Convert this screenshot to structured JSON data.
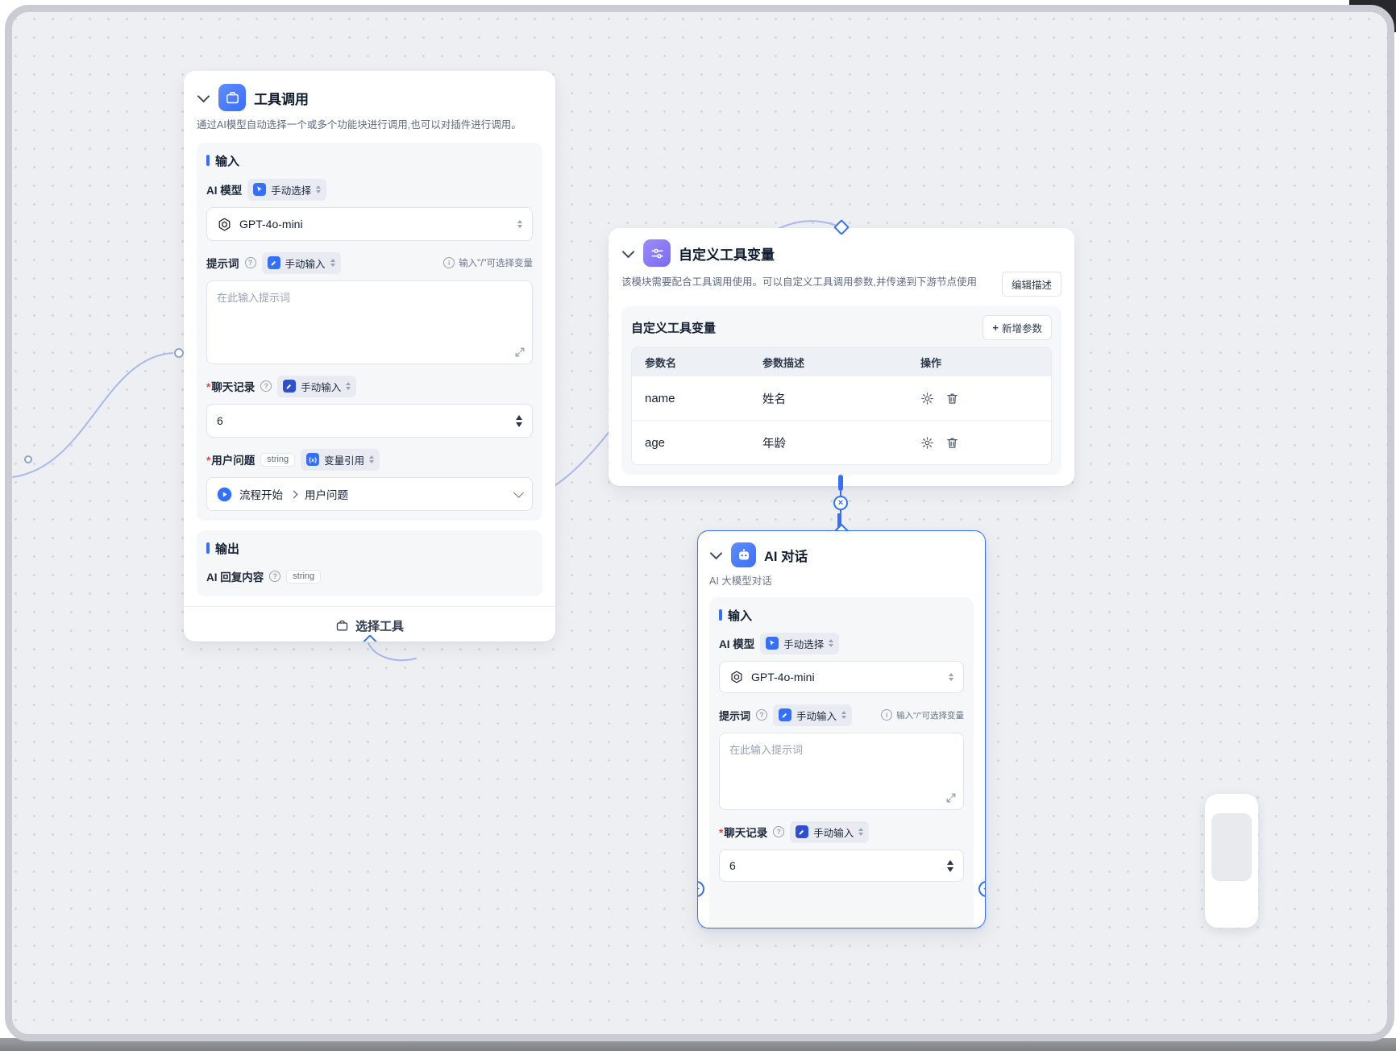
{
  "colors": {
    "accent": "#3370ff",
    "tool_icon_bg": "#4e83fd",
    "vars_icon_bg": "#8a7bf7",
    "chat_icon_bg": "#4e83fd",
    "edge_line": "#a9b8ee",
    "required_star": "#e8453c",
    "canvas_bg": "#edeff3"
  },
  "icons": {
    "tool_node": "briefcase-icon",
    "vars_node": "sliders-icon",
    "chat_node": "robot-icon",
    "model_logo": "openai-logo-icon",
    "mode_select": "cursor-icon",
    "mode_input": "pencil-icon",
    "variable_ref": "vx-icon"
  },
  "tool_call": {
    "title": "工具调用",
    "description": "通过AI模型自动选择一个或多个功能块进行调用,也可以对插件进行调用。",
    "input": {
      "section_label": "输入",
      "model_label": "AI 模型",
      "model_mode": "手动选择",
      "model_name": "GPT-4o-mini",
      "prompt_label": "提示词",
      "prompt_mode": "手动输入",
      "prompt_hint": "输入\"/\"可选择变量",
      "prompt_placeholder": "在此输入提示词",
      "history_label": "聊天记录",
      "history_mode": "手动输入",
      "history_value": "6",
      "question_label": "用户问题",
      "question_type": "string",
      "question_mode": "变量引用",
      "question_source": "流程开始",
      "question_field": "用户问题"
    },
    "output": {
      "section_label": "输出",
      "reply_label": "AI 回复内容",
      "reply_type": "string"
    },
    "footer_button": "选择工具"
  },
  "custom_vars": {
    "title": "自定义工具变量",
    "description": "该模块需要配合工具调用使用。可以自定义工具调用参数,并传递到下游节点使用",
    "edit_button": "编辑描述",
    "panel_title": "自定义工具变量",
    "add_button": "新增参数",
    "table": {
      "headers": [
        "参数名",
        "参数描述",
        "操作"
      ],
      "rows": [
        {
          "name": "name",
          "desc": "姓名"
        },
        {
          "name": "age",
          "desc": "年龄"
        }
      ]
    }
  },
  "ai_chat": {
    "title": "AI 对话",
    "subtitle": "AI 大模型对话",
    "input": {
      "section_label": "输入",
      "model_label": "AI 模型",
      "model_mode": "手动选择",
      "model_name": "GPT-4o-mini",
      "prompt_label": "提示词",
      "prompt_mode": "手动输入",
      "prompt_hint": "输入\"/\"可选择变量",
      "prompt_placeholder": "在此输入提示词",
      "history_label": "聊天记录",
      "history_mode": "手动输入",
      "history_value": "6"
    }
  }
}
